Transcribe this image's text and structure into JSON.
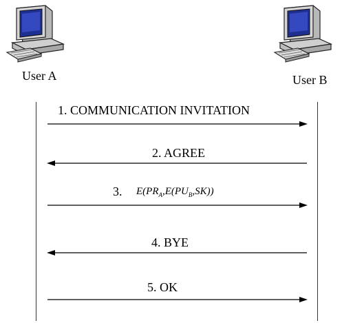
{
  "participants": {
    "a": {
      "label": "User A",
      "icon": "computer-icon"
    },
    "b": {
      "label": "User B",
      "icon": "computer-icon"
    }
  },
  "messages": [
    {
      "label": "1. COMMUNICATION INVITATION",
      "direction": "A→B"
    },
    {
      "label": "2. AGREE",
      "direction": "B→A"
    },
    {
      "number": "3.",
      "formula": {
        "p1": "E(PR",
        "s1": "A",
        "p2": ",E(PU",
        "s2": "B",
        "p3": ",SK))"
      },
      "direction": "A→B"
    },
    {
      "label": "4. BYE",
      "direction": "B→A"
    },
    {
      "label": "5. OK",
      "direction": "A→B"
    }
  ],
  "colors": {
    "line": "#000000",
    "lifeline": "#333333"
  }
}
